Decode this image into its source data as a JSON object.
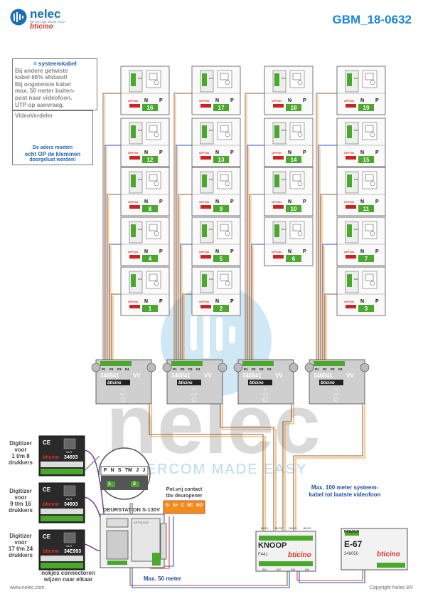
{
  "brand": {
    "name": "nelec",
    "tagline": "INTERCOM MADE EASY",
    "partner": "bticino"
  },
  "doc_id": "GBM_18-0632",
  "legend": {
    "cable_label": "= systeemkabel",
    "lines": [
      "Bij andere getwiste",
      "kabel 66% afstand!",
      "Bij ongetwiste kabel",
      "max. 50 meter buiten-",
      "post naar videofoon.",
      "UTP op aanvraag."
    ]
  },
  "video_verdeler": {
    "title": "VideoVerdeler",
    "note_1": "De aders moeten",
    "note_2": "echt OP de klemmen",
    "note_3": "doorgelust worden!"
  },
  "handset": {
    "switch_off": "OFF",
    "switch_on": "ON",
    "key_n": "N",
    "key_p": "P",
    "terminal_bus": "BUS"
  },
  "columns": [
    {
      "units": [
        "16",
        "12",
        "8",
        "4",
        "1"
      ]
    },
    {
      "units": [
        "17",
        "13",
        "9",
        "5",
        "2"
      ]
    },
    {
      "units": [
        "18",
        "14",
        "10",
        "6"
      ]
    },
    {
      "units": [
        "19",
        "15",
        "11",
        "7",
        "3"
      ]
    }
  ],
  "distributor": {
    "code": "346841",
    "brand": "bticino",
    "ports": [
      "P1",
      "P2",
      "P3",
      "P4"
    ],
    "vv": "VV",
    "in": "IN",
    "out": "OUT"
  },
  "digitizers": [
    {
      "label_lines": [
        "Digitizer",
        "voor",
        "1 t/m 8",
        "drukkers"
      ],
      "code": "34693"
    },
    {
      "label_lines": [
        "Digitizer",
        "voor",
        "9 t/m 16",
        "drukkers"
      ],
      "code": "34693"
    },
    {
      "label_lines": [
        "Digitizer",
        "voor",
        "17 t/m 24",
        "drukkers"
      ],
      "code": "34E993"
    }
  ],
  "digitizer_brand": "bticino",
  "digitizer_out": "OUT",
  "digitizer_ce": "CE",
  "zoom_terminals": [
    "P",
    "N",
    "S",
    "TM",
    "J",
    "J"
  ],
  "zoom_numbers": [
    "1",
    "2"
  ],
  "door_station": {
    "label": "DEURSTATION S-130V",
    "code": "ART351000"
  },
  "pot_contact": {
    "line1": "Pot.vrij contact",
    "line2": "tbv deuropener",
    "terminals": [
      "S-",
      "S+",
      "C",
      "NC",
      "NO"
    ]
  },
  "nokjes": {
    "line1": "nokjes connectoren",
    "line2": "wijzen naar elkaar"
  },
  "knoop": {
    "label": "KNOOP",
    "model": "F441",
    "brand": "bticino",
    "bus_labels": [
      "BUS1",
      "BUS2",
      "BUS3",
      "BUS4"
    ],
    "in_labels": [
      "IN1",
      "IN2",
      "IN3",
      "IN4"
    ]
  },
  "e67": {
    "label": "E-67",
    "top": "PRIMAIR",
    "code": "346050",
    "brand": "bticino"
  },
  "notes": {
    "max100_1": "Max. 100 meter systeem-",
    "max100_2": "kabel tot laatste videofoon",
    "max50": "Max. 50 meter"
  },
  "footer": {
    "left": "www.nelec.com",
    "right": "Copyright Nelec BV"
  },
  "watermark": {
    "text": "nelec",
    "tagline": "INTERCOM MADE EASY"
  },
  "colors": {
    "brand_blue": "#1a6fb5",
    "heading_blue": "#1e86d8",
    "bticino_red": "#e03127",
    "cable_brown": "#9b5a2c",
    "cable_orange": "#e89b3a",
    "cable_blue": "#2b53c9"
  }
}
